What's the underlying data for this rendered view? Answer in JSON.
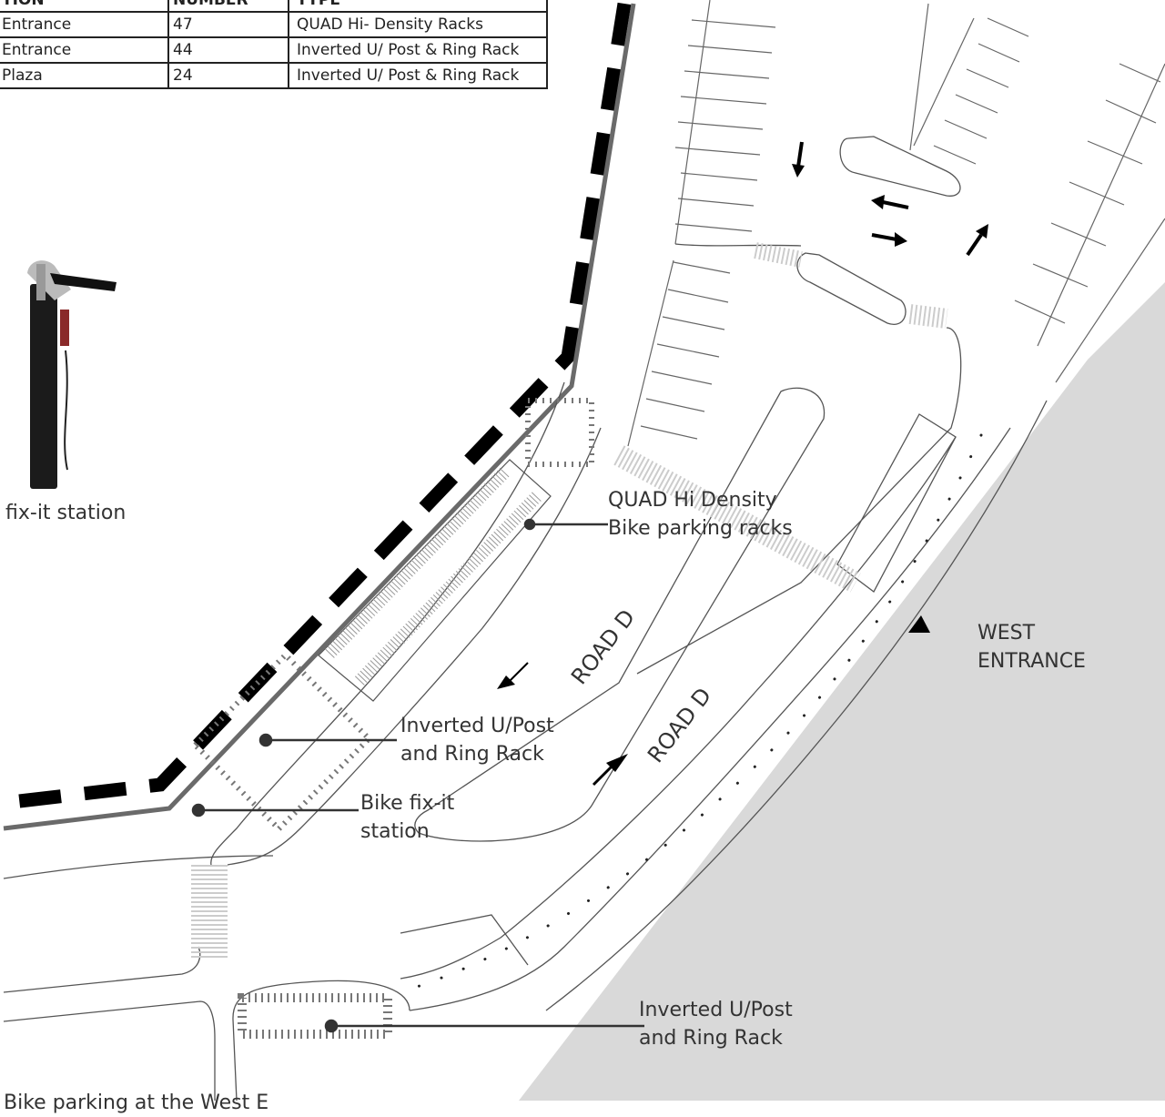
{
  "table": {
    "headers": [
      "TION",
      "NUMBER",
      "TYPE"
    ],
    "rows": [
      {
        "location": "Entrance",
        "number": "47",
        "type": "QUAD Hi- Density Racks"
      },
      {
        "location": "Entrance",
        "number": "44",
        "type": "Inverted U/ Post & Ring  Rack"
      },
      {
        "location": "Plaza",
        "number": "24",
        "type": "Inverted U/ Post & Ring  Rack"
      }
    ]
  },
  "fixit_caption": "fix-it station",
  "callouts": {
    "quad_line1": "QUAD Hi Density",
    "quad_line2": "Bike parking racks",
    "inverted1_line1": "Inverted U/Post",
    "inverted1_line2": "and Ring Rack",
    "fixit_line1": "Bike fix-it",
    "fixit_line2": "station",
    "inverted2_line1": "Inverted U/Post",
    "inverted2_line2": "and Ring Rack"
  },
  "roads": {
    "upper": "ROAD D",
    "lower": "ROAD D"
  },
  "entrance": {
    "line1": "WEST",
    "line2": "ENTRANCE"
  },
  "bottom_caption": "Bike parking at the West E",
  "colors": {
    "boundary": "#000000",
    "water": "#d9d9d9",
    "linework": "#555555",
    "leader": "#333333"
  }
}
